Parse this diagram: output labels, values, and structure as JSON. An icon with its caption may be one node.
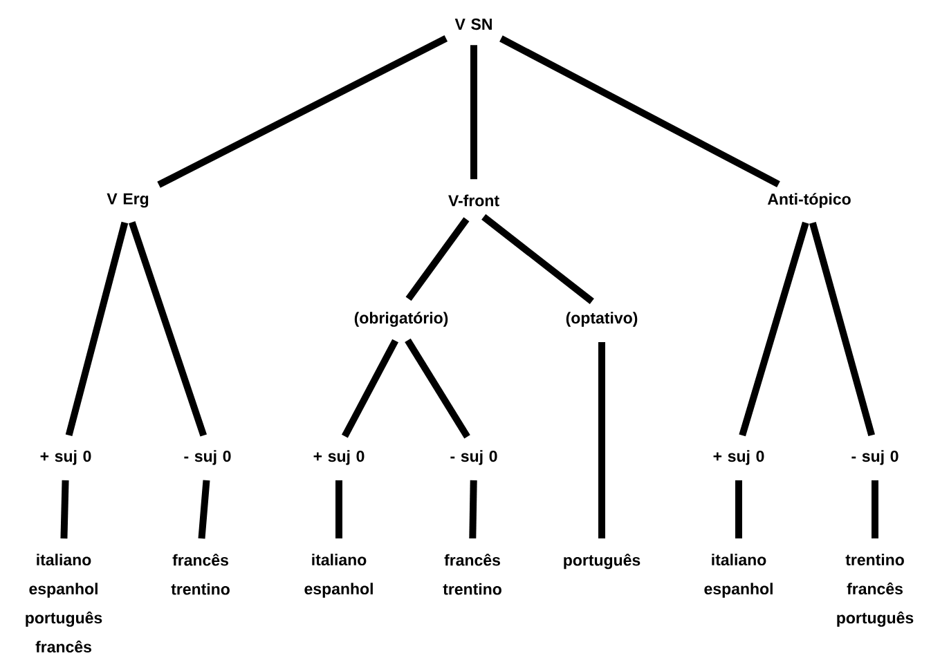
{
  "diagram": {
    "nodes": [
      {
        "text": [
          "V SN"
        ]
      },
      {
        "text": [
          "V Erg"
        ]
      },
      {
        "text": [
          "V-front"
        ]
      },
      {
        "text": [
          "Anti-tópico"
        ]
      },
      {
        "text": [
          "(obrigatório)"
        ]
      },
      {
        "text": [
          "(optativo)"
        ]
      },
      {
        "text": [
          "+ suj 0"
        ]
      },
      {
        "text": [
          "- suj 0"
        ]
      },
      {
        "text": [
          "+ suj 0"
        ]
      },
      {
        "text": [
          "- suj 0"
        ]
      },
      {
        "text": [
          "+ suj 0"
        ]
      },
      {
        "text": [
          "- suj 0"
        ]
      },
      {
        "text": [
          "italiano espanhol português francês"
        ]
      },
      {
        "text": [
          "francês trentino"
        ]
      },
      {
        "text": [
          "italiano espanhol"
        ]
      },
      {
        "text": [
          "francês trentino"
        ]
      },
      {
        "text": [
          "português"
        ]
      },
      {
        "text": [
          "italiano espanhol"
        ]
      },
      {
        "text": [
          "trentino francês português"
        ]
      }
    ],
    "edges": [
      {
        "from": 0,
        "to": 1,
        "arrow": "none"
      },
      {
        "from": 0,
        "to": 2,
        "arrow": "none"
      },
      {
        "from": 0,
        "to": 3,
        "arrow": "none"
      },
      {
        "from": 1,
        "to": 6,
        "arrow": "none"
      },
      {
        "from": 1,
        "to": 7,
        "arrow": "none"
      },
      {
        "from": 2,
        "to": 4,
        "arrow": "none"
      },
      {
        "from": 2,
        "to": 5,
        "arrow": "none"
      },
      {
        "from": 4,
        "to": 8,
        "arrow": "none"
      },
      {
        "from": 4,
        "to": 9,
        "arrow": "none"
      },
      {
        "from": 5,
        "to": 16,
        "arrow": "none"
      },
      {
        "from": 3,
        "to": 10,
        "arrow": "none"
      },
      {
        "from": 3,
        "to": 11,
        "arrow": "none"
      },
      {
        "from": 6,
        "to": 12,
        "arrow": "none"
      },
      {
        "from": 7,
        "to": 13,
        "arrow": "none"
      },
      {
        "from": 8,
        "to": 14,
        "arrow": "none"
      },
      {
        "from": 9,
        "to": 15,
        "arrow": "none"
      },
      {
        "from": 10,
        "to": 17,
        "arrow": "none"
      },
      {
        "from": 11,
        "to": 18,
        "arrow": "none"
      }
    ]
  }
}
